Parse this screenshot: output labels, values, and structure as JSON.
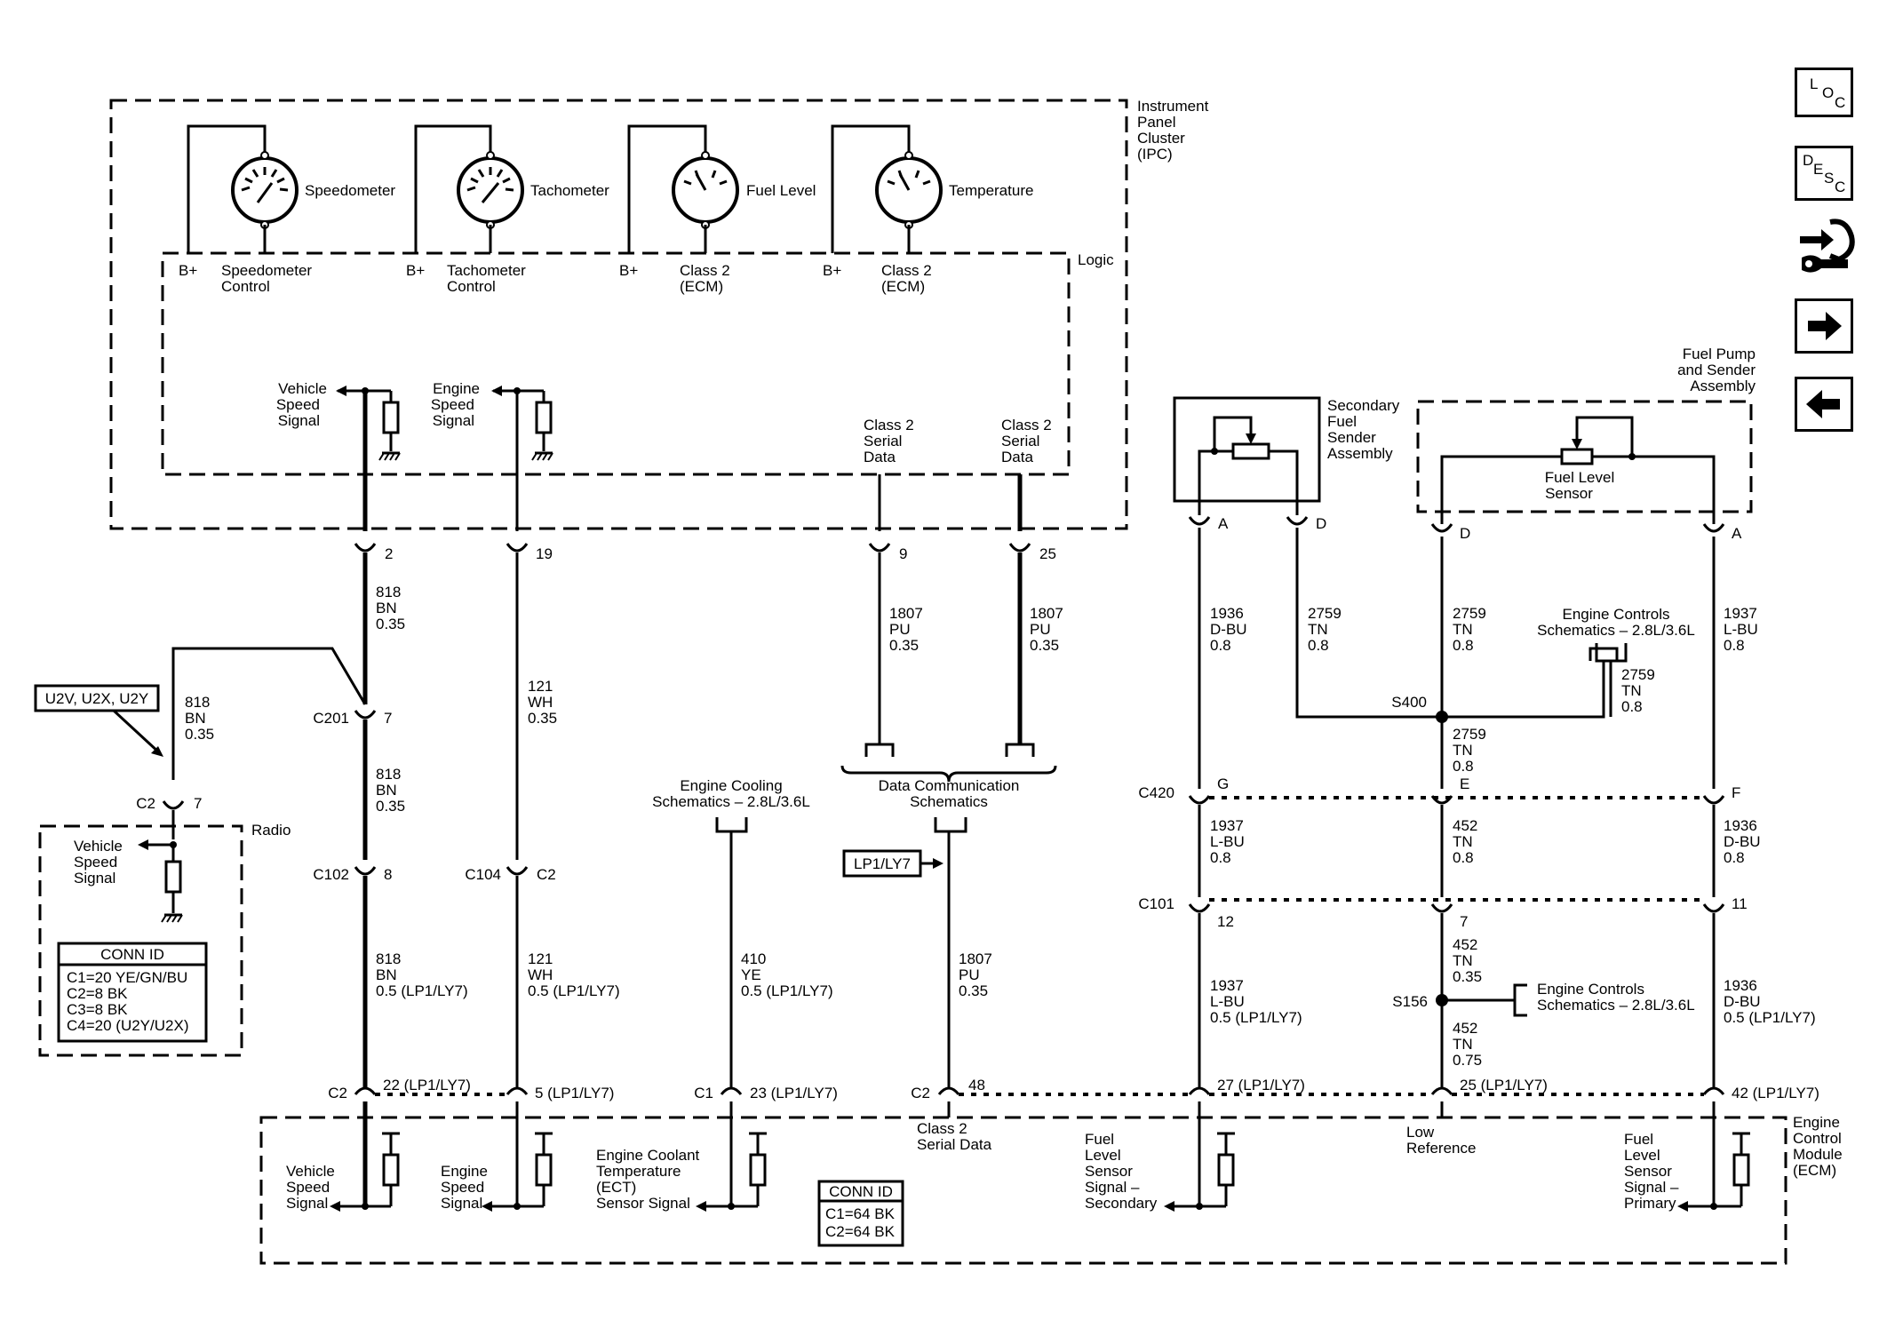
{
  "ipc": {
    "title": [
      "Instrument",
      "Panel",
      "Cluster",
      "(IPC)"
    ],
    "logic": "Logic",
    "gauges": [
      {
        "name": "Speedometer",
        "bplus": "B+",
        "control": [
          "Speedometer",
          "Control"
        ]
      },
      {
        "name": "Tachometer",
        "bplus": "B+",
        "control": [
          "Tachometer",
          "Control"
        ]
      },
      {
        "name": "Fuel Level",
        "bplus": "B+",
        "control": [
          "Class 2",
          "(ECM)"
        ]
      },
      {
        "name": "Temperature",
        "bplus": "B+",
        "control": [
          "Class 2",
          "(ECM)"
        ]
      }
    ],
    "signals": {
      "vss": [
        "Vehicle",
        "Speed",
        "Signal"
      ],
      "ess": [
        "Engine",
        "Speed",
        "Signal"
      ],
      "c2a": [
        "Class 2",
        "Serial",
        "Data"
      ],
      "c2b": [
        "Class 2",
        "Serial",
        "Data"
      ]
    },
    "pins": {
      "vss": "2",
      "ess": "19",
      "c2a": "9",
      "c2b": "25"
    }
  },
  "wires": {
    "w818a": [
      "818",
      "BN",
      "0.35"
    ],
    "w818b": [
      "818",
      "BN",
      "0.35"
    ],
    "w818c": [
      "818",
      "BN",
      "0.35"
    ],
    "w818d": [
      "818",
      "BN",
      "0.5 (LP1/LY7)"
    ],
    "w121a": [
      "121",
      "WH",
      "0.35"
    ],
    "w121b": [
      "121",
      "WH",
      "0.5 (LP1/LY7)"
    ],
    "w1807a": [
      "1807",
      "PU",
      "0.35"
    ],
    "w1807b": [
      "1807",
      "PU",
      "0.35"
    ],
    "w1807c": [
      "1807",
      "PU",
      "0.35"
    ],
    "w410": [
      "410",
      "YE",
      "0.5 (LP1/LY7)"
    ],
    "w1936a": [
      "1936",
      "D-BU",
      "0.8"
    ],
    "w2759a": [
      "2759",
      "TN",
      "0.8"
    ],
    "w2759b": [
      "2759",
      "TN",
      "0.8"
    ],
    "w2759c": [
      "2759",
      "TN",
      "0.8"
    ],
    "w2759d": [
      "2759",
      "TN",
      "0.8"
    ],
    "w1937a": [
      "1937",
      "L-BU",
      "0.8"
    ],
    "w1937b": [
      "1937",
      "L-BU",
      "0.8"
    ],
    "w1937c": [
      "1937",
      "L-BU",
      "0.5 (LP1/LY7)"
    ],
    "w452a": [
      "452",
      "TN",
      "0.8"
    ],
    "w452b": [
      "452",
      "TN",
      "0.35"
    ],
    "w452c": [
      "452",
      "TN",
      "0.75"
    ],
    "w1936b": [
      "1936",
      "D-BU",
      "0.8"
    ],
    "w1936c": [
      "1936",
      "D-BU",
      "0.5 (LP1/LY7)"
    ]
  },
  "connectors": {
    "c201": "C201",
    "c201pin": "7",
    "c102": "C102",
    "c102pin": "8",
    "c104": "C104",
    "c104pin": "C2",
    "c2radio": "C2",
    "c2radiopin": "7",
    "c420": "C420",
    "c420g": "G",
    "c420e": "E",
    "c420f": "F",
    "c101": "C101",
    "c101a": "12",
    "c101b": "7",
    "c101c": "11",
    "s400": "S400",
    "s156": "S156",
    "sec_a": "A",
    "sec_d": "D",
    "fp_d": "D",
    "fp_a": "A"
  },
  "options": {
    "u2": "U2V, U2X, U2Y",
    "lp1": "LP1/LY7"
  },
  "radio": {
    "title": "Radio",
    "signal": [
      "Vehicle",
      "Speed",
      "Signal"
    ],
    "conn_title": "CONN ID",
    "conn": [
      "C1=20 YE/GN/BU",
      "C2=8 BK",
      "C3=8 BK",
      "C4=20 (U2Y/U2X)"
    ]
  },
  "refs": {
    "ecs1": [
      "Engine Controls",
      "Schematics – 2.8L/3.6L"
    ],
    "ecs2": [
      "Engine Controls",
      "Schematics – 2.8L/3.6L"
    ],
    "ecool": [
      "Engine Cooling",
      "Schematics – 2.8L/3.6L"
    ],
    "dcs": [
      "Data Communication",
      "Schematics"
    ]
  },
  "sensors": {
    "secondary": [
      "Secondary",
      "Fuel",
      "Sender",
      "Assembly"
    ],
    "pump": [
      "Fuel Pump",
      "and Sender",
      "Assembly"
    ],
    "fls": [
      "Fuel Level",
      "Sensor"
    ]
  },
  "ecm": {
    "title": [
      "Engine",
      "Control",
      "Module",
      "(ECM)"
    ],
    "pins": {
      "p22": "22 (LP1/LY7)",
      "p5": "5 (LP1/LY7)",
      "p23": "23 (LP1/LY7)",
      "p48": "48",
      "p27": "27 (LP1/LY7)",
      "p25": "25 (LP1/LY7)",
      "p42": "42 (LP1/LY7)",
      "c2a": "C2",
      "c1": "C1",
      "c2b": "C2"
    },
    "sig_vss": [
      "Vehicle",
      "Speed",
      "Signal"
    ],
    "sig_ess": [
      "Engine",
      "Speed",
      "Signal"
    ],
    "sig_ect": [
      "Engine Coolant",
      "Temperature",
      "(ECT)",
      "Sensor Signal"
    ],
    "sig_c2": [
      "Class 2",
      "Serial Data"
    ],
    "sig_fls2": [
      "Fuel",
      "Level",
      "Sensor",
      "Signal –",
      "Secondary"
    ],
    "sig_lowref": [
      "Low",
      "Reference"
    ],
    "sig_fls1": [
      "Fuel",
      "Level",
      "Sensor",
      "Signal –",
      "Primary"
    ],
    "conn_title": "CONN ID",
    "conn": [
      "C1=64 BK",
      "C2=64 BK"
    ]
  },
  "nav": {
    "loc": [
      "L",
      "O",
      "C"
    ],
    "desc": [
      "D",
      "E",
      "S",
      "C"
    ],
    "icons": [
      "connector-end-view-icon",
      "next-arrow-icon",
      "previous-arrow-icon"
    ]
  }
}
